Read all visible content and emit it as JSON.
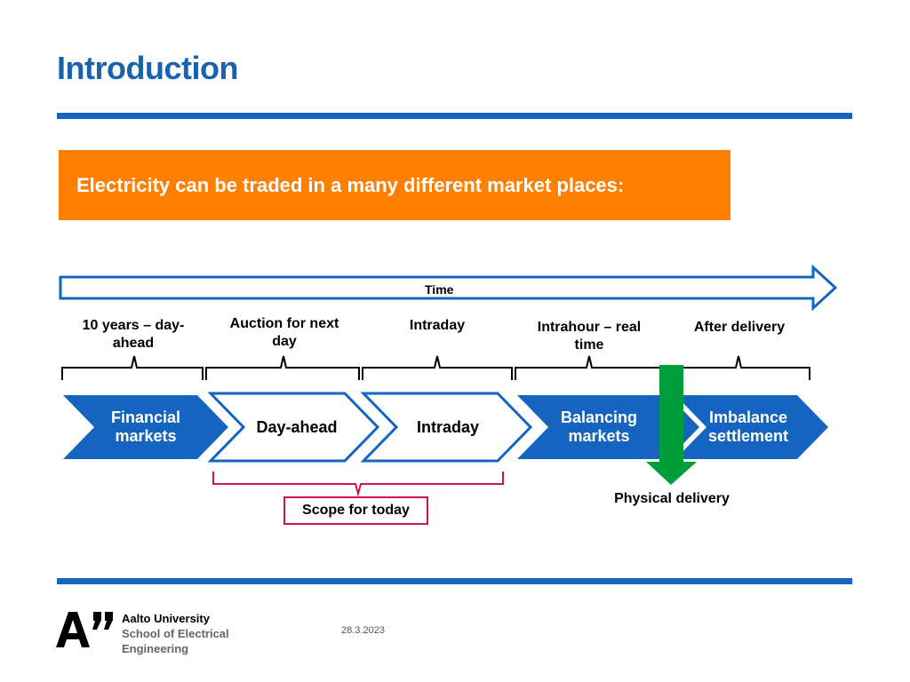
{
  "title": "Introduction",
  "banner": "Electricity can be traded in a many different market places:",
  "timeline": {
    "arrow_label": "Time",
    "periods": [
      {
        "label": "10 years – day-ahead"
      },
      {
        "label": "Auction for next day"
      },
      {
        "label": "Intraday"
      },
      {
        "label": "Intrahour – real time"
      },
      {
        "label": "After delivery"
      }
    ]
  },
  "markets": [
    {
      "label": "Financial markets",
      "style": "filled"
    },
    {
      "label": "Day-ahead",
      "style": "outline"
    },
    {
      "label": "Intraday",
      "style": "outline"
    },
    {
      "label": "Balancing markets",
      "style": "filled"
    },
    {
      "label": "Imbalance settlement",
      "style": "filled"
    }
  ],
  "physical_delivery": "Physical delivery",
  "scope": "Scope for today",
  "footer": {
    "date": "28.3.2023",
    "logo_line1": "Aalto University",
    "logo_line2": "School of Electrical",
    "logo_line3": "Engineering"
  },
  "colors": {
    "title": "#1863ad",
    "rule": "#1565c0",
    "banner": "#ff7f00",
    "chevron_fill": "#1565c0",
    "delivery_arrow": "#009e3a",
    "scope": "#d0134d"
  }
}
